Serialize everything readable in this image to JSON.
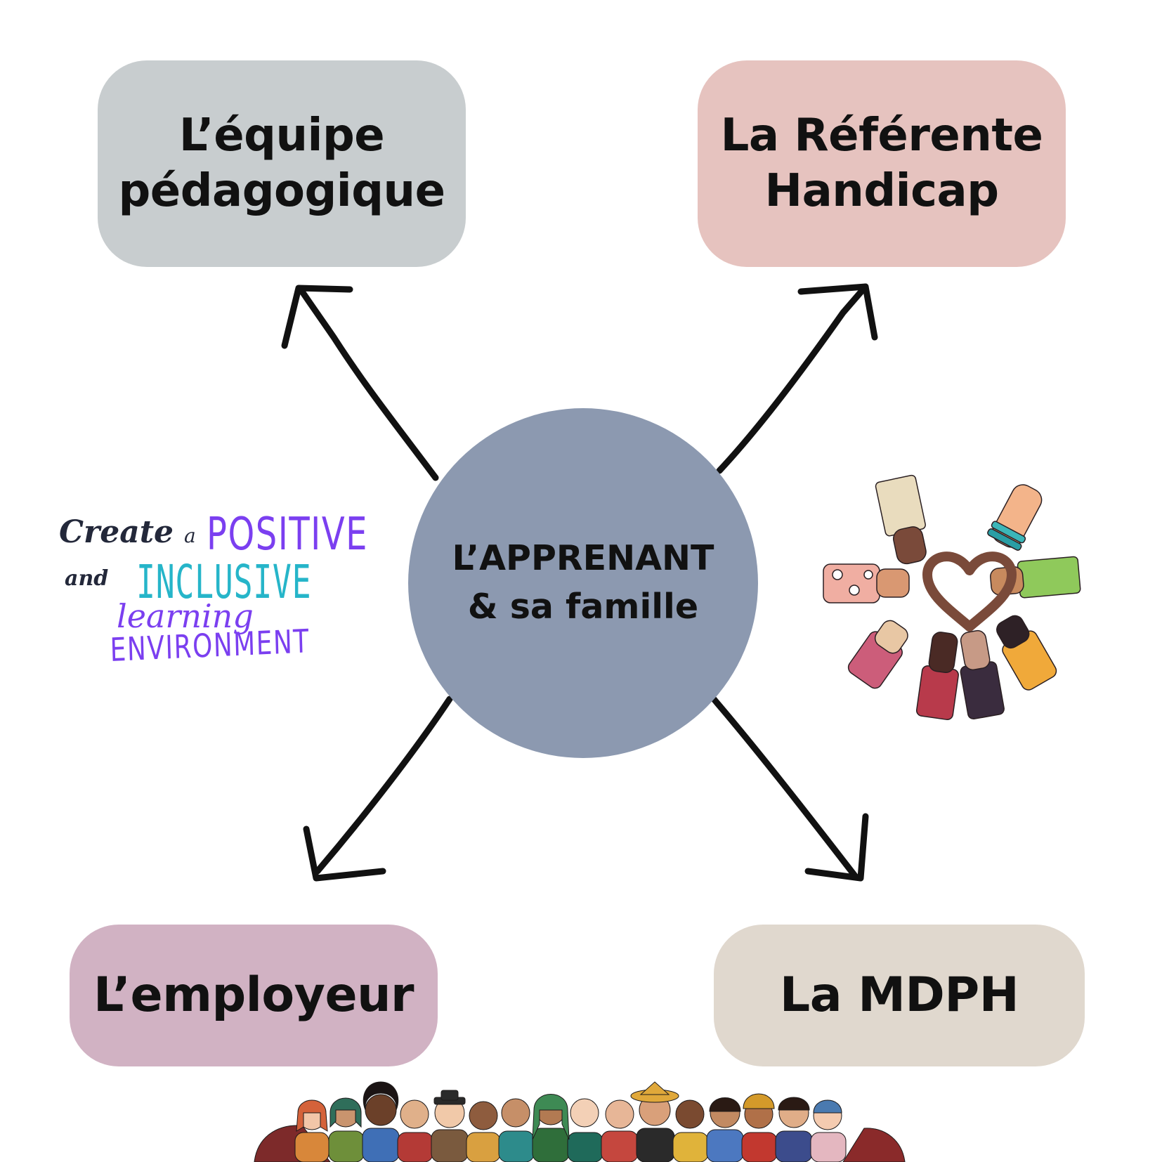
{
  "diagram": {
    "center": {
      "line1": "L’APPRENANT",
      "line2": "& sa famille",
      "color": "#8c99b0"
    },
    "nodes": {
      "top_left": {
        "line1": "L’équipe",
        "line2": "pédagogique",
        "color": "#c8cdcf"
      },
      "top_right": {
        "line1": "La Référente",
        "line2": "Handicap",
        "color": "#e6c3bf"
      },
      "bottom_left": {
        "label": "L’employeur",
        "color": "#d1b2c3"
      },
      "bottom_right": {
        "label": "La MDPH",
        "color": "#e0d8ce"
      }
    }
  },
  "slogan": {
    "create": "Create",
    "a": "a",
    "positive": "POSITIVE",
    "and": "and",
    "inclusive": "INCLUSIVE",
    "learning": "learning",
    "environment": "ENVIRONMENT",
    "colors": {
      "dark": "#23283a",
      "purple": "#7b3ff0",
      "teal": "#26b5c9"
    }
  },
  "illustrations": {
    "hands": "hands-heart-icon",
    "people": "diverse-people-crowd-icon"
  }
}
